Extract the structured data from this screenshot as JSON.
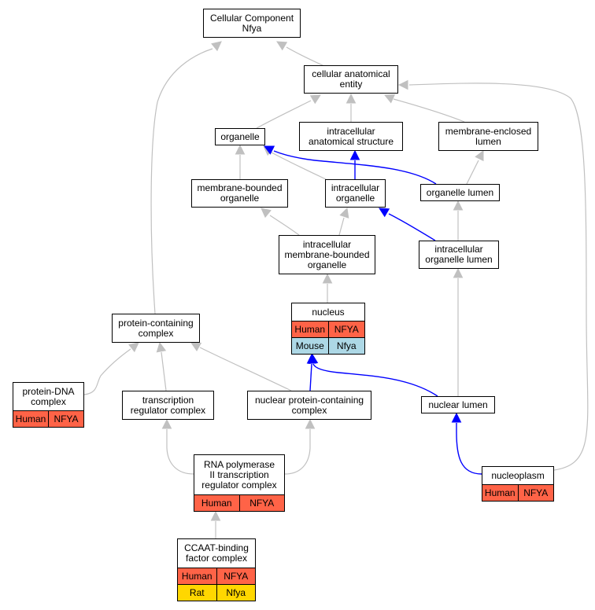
{
  "colors": {
    "is_a_edge": "#c0c0c0",
    "part_of_edge": "#0000ff",
    "Human": "#ff6347",
    "Mouse": "#add8e6",
    "Rat": "#ffd700"
  },
  "nodes": {
    "cellular_component": {
      "lines": [
        "Cellular Component",
        "Nfya"
      ]
    },
    "cellular_anatomical_entity": {
      "lines": [
        "cellular anatomical",
        "entity"
      ]
    },
    "organelle": {
      "lines": [
        "organelle"
      ]
    },
    "intracellular_anatomical_structure": {
      "lines": [
        "intracellular",
        "anatomical structure"
      ]
    },
    "membrane_enclosed_lumen": {
      "lines": [
        "membrane-enclosed",
        "lumen"
      ]
    },
    "membrane_bounded_organelle": {
      "lines": [
        "membrane-bounded",
        "organelle"
      ]
    },
    "intracellular_organelle": {
      "lines": [
        "intracellular",
        "organelle"
      ]
    },
    "organelle_lumen": {
      "lines": [
        "organelle lumen"
      ]
    },
    "intracellular_membrane_bounded_organelle": {
      "lines": [
        "intracellular",
        "membrane-bounded",
        "organelle"
      ]
    },
    "intracellular_organelle_lumen": {
      "lines": [
        "intracellular",
        "organelle lumen"
      ]
    },
    "nucleus": {
      "lines": [
        "nucleus"
      ],
      "annotations": [
        {
          "species": "Human",
          "gene": "NFYA"
        },
        {
          "species": "Mouse",
          "gene": "Nfya"
        }
      ]
    },
    "protein_containing_complex": {
      "lines": [
        "protein-containing",
        "complex"
      ]
    },
    "protein_dna_complex": {
      "lines": [
        "protein-DNA",
        "complex"
      ],
      "annotations": [
        {
          "species": "Human",
          "gene": "NFYA"
        }
      ]
    },
    "transcription_regulator_complex": {
      "lines": [
        "transcription",
        "regulator complex"
      ]
    },
    "nuclear_protein_containing_complex": {
      "lines": [
        "nuclear protein-containing",
        "complex"
      ]
    },
    "nuclear_lumen": {
      "lines": [
        "nuclear lumen"
      ]
    },
    "rna_pol_ii_complex": {
      "lines": [
        "RNA polymerase",
        "II transcription",
        "regulator complex"
      ],
      "annotations": [
        {
          "species": "Human",
          "gene": "NFYA"
        }
      ]
    },
    "nucleoplasm": {
      "lines": [
        "nucleoplasm"
      ],
      "annotations": [
        {
          "species": "Human",
          "gene": "NFYA"
        }
      ]
    },
    "ccaat_binding_factor_complex": {
      "lines": [
        "CCAAT-binding",
        "factor complex"
      ],
      "annotations": [
        {
          "species": "Human",
          "gene": "NFYA"
        },
        {
          "species": "Rat",
          "gene": "Nfya"
        }
      ]
    }
  },
  "edges": [
    {
      "from": "cellular_anatomical_entity",
      "to": "cellular_component",
      "type": "is_a"
    },
    {
      "from": "protein_containing_complex",
      "to": "cellular_component",
      "type": "is_a"
    },
    {
      "from": "organelle",
      "to": "cellular_anatomical_entity",
      "type": "is_a"
    },
    {
      "from": "intracellular_anatomical_structure",
      "to": "cellular_anatomical_entity",
      "type": "is_a"
    },
    {
      "from": "membrane_enclosed_lumen",
      "to": "cellular_anatomical_entity",
      "type": "is_a"
    },
    {
      "from": "nucleoplasm",
      "to": "cellular_anatomical_entity",
      "type": "is_a"
    },
    {
      "from": "membrane_bounded_organelle",
      "to": "organelle",
      "type": "is_a"
    },
    {
      "from": "intracellular_organelle",
      "to": "organelle",
      "type": "is_a"
    },
    {
      "from": "organelle_lumen",
      "to": "organelle",
      "type": "part_of"
    },
    {
      "from": "intracellular_organelle",
      "to": "intracellular_anatomical_structure",
      "type": "part_of"
    },
    {
      "from": "organelle_lumen",
      "to": "membrane_enclosed_lumen",
      "type": "is_a"
    },
    {
      "from": "intracellular_membrane_bounded_organelle",
      "to": "membrane_bounded_organelle",
      "type": "is_a"
    },
    {
      "from": "intracellular_membrane_bounded_organelle",
      "to": "intracellular_organelle",
      "type": "is_a"
    },
    {
      "from": "intracellular_organelle_lumen",
      "to": "intracellular_organelle",
      "type": "part_of"
    },
    {
      "from": "intracellular_organelle_lumen",
      "to": "organelle_lumen",
      "type": "is_a"
    },
    {
      "from": "nucleus",
      "to": "intracellular_membrane_bounded_organelle",
      "type": "is_a"
    },
    {
      "from": "nuclear_lumen",
      "to": "intracellular_organelle_lumen",
      "type": "is_a"
    },
    {
      "from": "nuclear_lumen",
      "to": "nucleus",
      "type": "part_of"
    },
    {
      "from": "nuclear_protein_containing_complex",
      "to": "nucleus",
      "type": "part_of"
    },
    {
      "from": "nucleoplasm",
      "to": "nuclear_lumen",
      "type": "part_of"
    },
    {
      "from": "protein_dna_complex",
      "to": "protein_containing_complex",
      "type": "is_a"
    },
    {
      "from": "transcription_regulator_complex",
      "to": "protein_containing_complex",
      "type": "is_a"
    },
    {
      "from": "nuclear_protein_containing_complex",
      "to": "protein_containing_complex",
      "type": "is_a"
    },
    {
      "from": "rna_pol_ii_complex",
      "to": "transcription_regulator_complex",
      "type": "is_a"
    },
    {
      "from": "rna_pol_ii_complex",
      "to": "nuclear_protein_containing_complex",
      "type": "is_a"
    },
    {
      "from": "ccaat_binding_factor_complex",
      "to": "rna_pol_ii_complex",
      "type": "is_a"
    }
  ]
}
